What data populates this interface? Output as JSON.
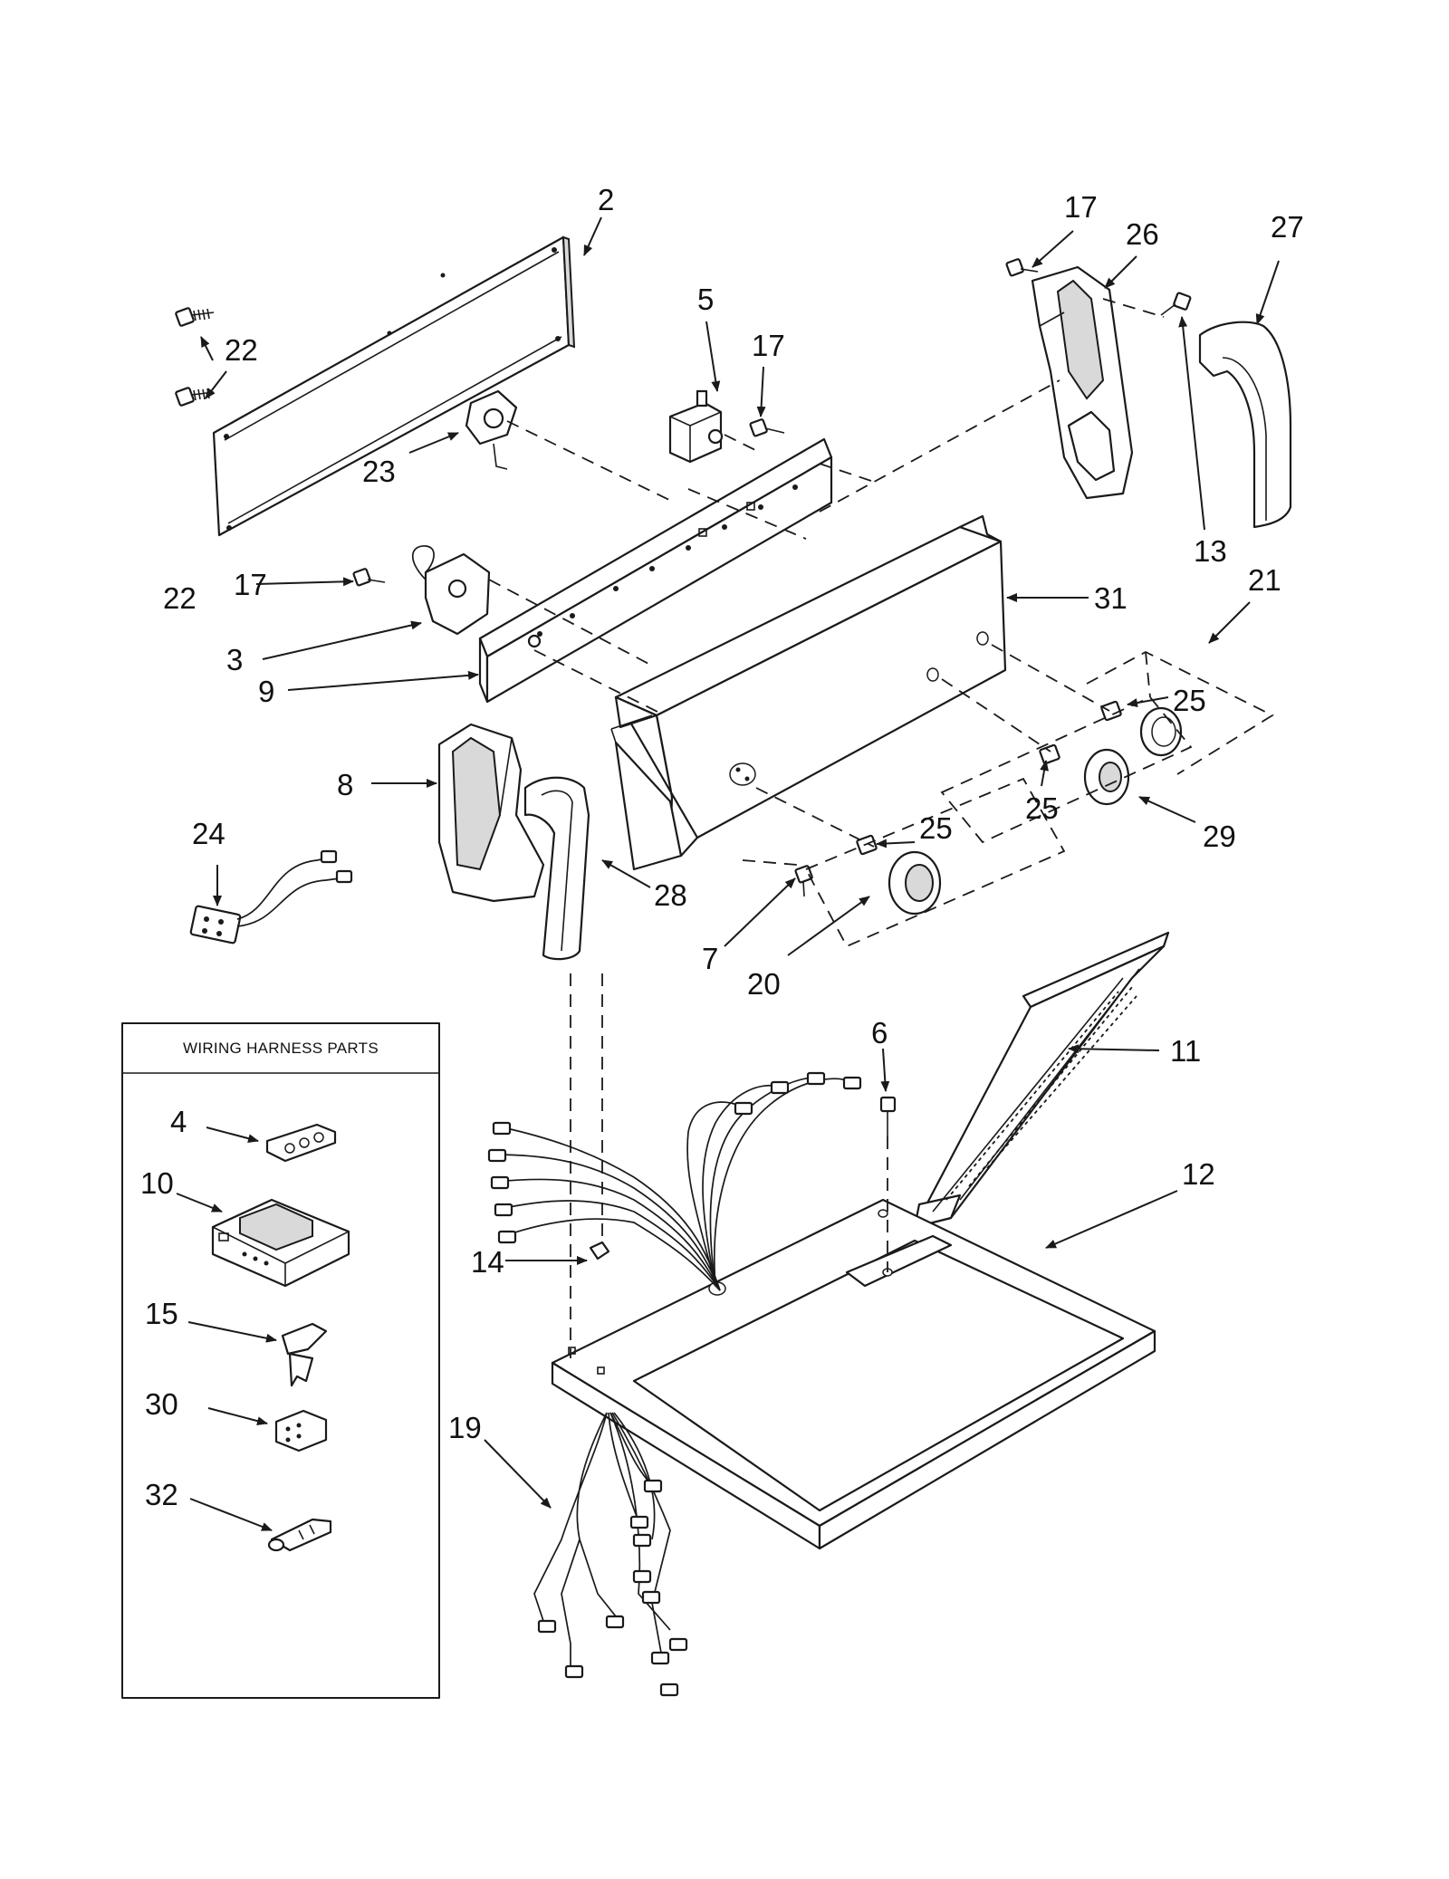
{
  "callouts": {
    "c2": "2",
    "c3": "3",
    "c4": "4",
    "c5": "5",
    "c6": "6",
    "c7": "7",
    "c8": "8",
    "c9": "9",
    "c10": "10",
    "c11": "11",
    "c12": "12",
    "c13": "13",
    "c14": "14",
    "c15": "15",
    "c17": "17",
    "c19": "19",
    "c20": "20",
    "c21": "21",
    "c22": "22",
    "c23": "23",
    "c24": "24",
    "c25": "25",
    "c26": "26",
    "c27": "27",
    "c28": "28",
    "c29": "29",
    "c30": "30",
    "c31": "31",
    "c32": "32"
  },
  "wiring_box": {
    "title": "WIRING HARNESS PARTS",
    "items": [
      "4",
      "10",
      "15",
      "30",
      "32"
    ]
  }
}
